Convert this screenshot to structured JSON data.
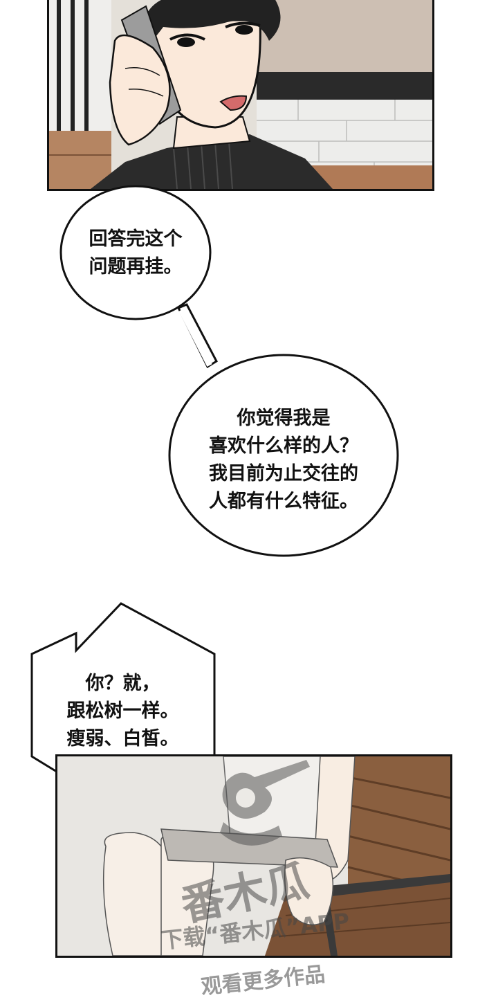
{
  "bubbles": {
    "first": {
      "lines": [
        "回答完这个",
        "问题再挂。"
      ]
    },
    "second": {
      "lines": [
        "你觉得我是",
        "喜欢什么样的人？",
        "我目前为止交往的",
        "人都有什么特征。"
      ]
    },
    "third": {
      "lines": [
        "你？就，",
        "跟松树一样。",
        "瘦弱、白皙。"
      ]
    }
  },
  "watermark": {
    "logo_text": "番木瓜",
    "line1": "下载“番木瓜”APP",
    "line2": "观看更多作品"
  },
  "colors": {
    "ink": "#111111",
    "wood": "#8a5f3f",
    "skin": "#fbe9da",
    "jacket": "#2b2b2b"
  }
}
